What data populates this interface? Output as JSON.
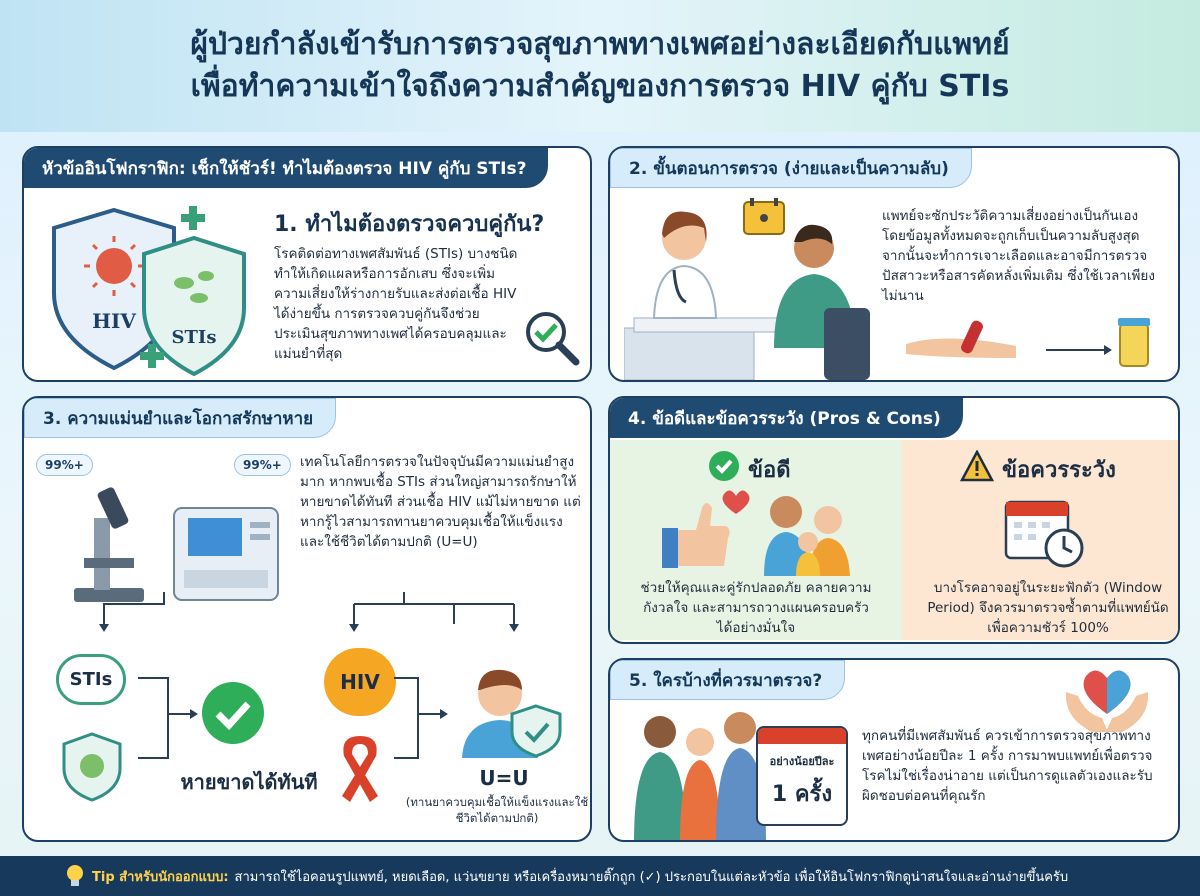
{
  "header": {
    "line1": "ผู้ป่วยกำลังเข้ารับการตรวจสุขภาพทางเพศอย่างละเอียดกับแพทย์",
    "line2": "เพื่อทำความเข้าใจถึงความสำคัญของการตรวจ HIV คู่กับ STIs"
  },
  "panel1": {
    "title": "หัวข้ออินโฟกราฟิก: เช็กให้ชัวร์! ทำไมต้องตรวจ HIV คู่กับ STIs?",
    "heading": "1. ทำไมต้องตรวจควบคู่กัน?",
    "body": "โรคติดต่อทางเพศสัมพันธ์ (STIs) บางชนิดทำให้เกิดแผลหรือการอักเสบ ซึ่งจะเพิ่มความเสี่ยงให้ร่างกายรับและส่งต่อเชื้อ HIV ได้ง่ายขึ้น การตรวจควบคู่กันจึงช่วยประเมินสุขภาพทางเพศได้ครอบคลุมและแม่นยำที่สุด",
    "shield_hiv": "HIV",
    "shield_stis": "STIs"
  },
  "panel2": {
    "title": "2. ขั้นตอนการตรวจ (ง่ายและเป็นความลับ)",
    "body": "แพทย์จะซักประวัติความเสี่ยงอย่างเป็นกันเอง โดยข้อมูลทั้งหมดจะถูกเก็บเป็นความลับสูงสุด จากนั้นจะทำการเจาะเลือดและอาจมีการตรวจปัสสาวะหรือสารคัดหลั่งเพิ่มเติม ซึ่งใช้เวลาเพียงไม่นาน"
  },
  "panel3": {
    "title": "3. ความแม่นยำและโอกาสรักษาหาย",
    "badge_left": "99%+",
    "badge_right": "99%+",
    "body": "เทคโนโลยีการตรวจในปัจจุบันมีความแม่นยำสูงมาก หากพบเชื้อ STIs ส่วนใหญ่สามารถรักษาให้หายขาดได้ทันที ส่วนเชื้อ HIV แม้ไม่หายขาด แต่หากรู้ไวสามารถทานยาควบคุมเชื้อให้แข็งแรงและใช้ชีวิตได้ตามปกติ (U=U)",
    "stis_label": "STIs",
    "cured_label": "หายขาดได้ทันที",
    "hiv_label": "HIV",
    "uu_label": "U=U",
    "uu_note": "(ทานยาควบคุมเชื้อให้แข็งแรงและใช้ชีวิตได้ตามปกติ)"
  },
  "panel4": {
    "title": "4. ข้อดีและข้อควรระวัง (Pros & Cons)",
    "pros_title": "ข้อดี",
    "pros_body": "ช่วยให้คุณและคู่รักปลอดภัย คลายความกังวลใจ และสามารถวางแผนครอบครัวได้อย่างมั่นใจ",
    "cons_title": "ข้อควรระวัง",
    "cons_body": "บางโรคอาจอยู่ในระยะฟักตัว (Window Period) จึงควรมาตรวจซ้ำตามที่แพทย์นัดเพื่อความชัวร์ 100%"
  },
  "panel5": {
    "title": "5. ใครบ้างที่ควรมาตรวจ?",
    "calendar_top": "อย่างน้อยปีละ",
    "calendar_main": "1 ครั้ง",
    "body": "ทุกคนที่มีเพศสัมพันธ์ ควรเข้าการตรวจสุขภาพทางเพศอย่างน้อยปีละ 1 ครั้ง การมาพบแพทย์เพื่อตรวจโรคไม่ใช่เรื่องน่าอาย แต่เป็นการดูแลตัวเองและรับผิดชอบต่อคนที่คุณรัก"
  },
  "footer": {
    "tip_label": "Tip สำหรับนักออกแบบ:",
    "tip_text": "สามารถใช้ไอคอนรูปแพทย์, หยดเลือด, แว่นขยาย หรือเครื่องหมายติ๊กถูก (✓) ประกอบในแต่ละหัวข้อ เพื่อให้อินโฟกราฟิกดูน่าสนใจและอ่านง่ายขึ้นครับ"
  },
  "colors": {
    "navy": "#1f4a72",
    "teal_shield": "#2f8f86",
    "green_check": "#2fae5a",
    "orange": "#f0a030",
    "red_virus": "#d4553a"
  }
}
